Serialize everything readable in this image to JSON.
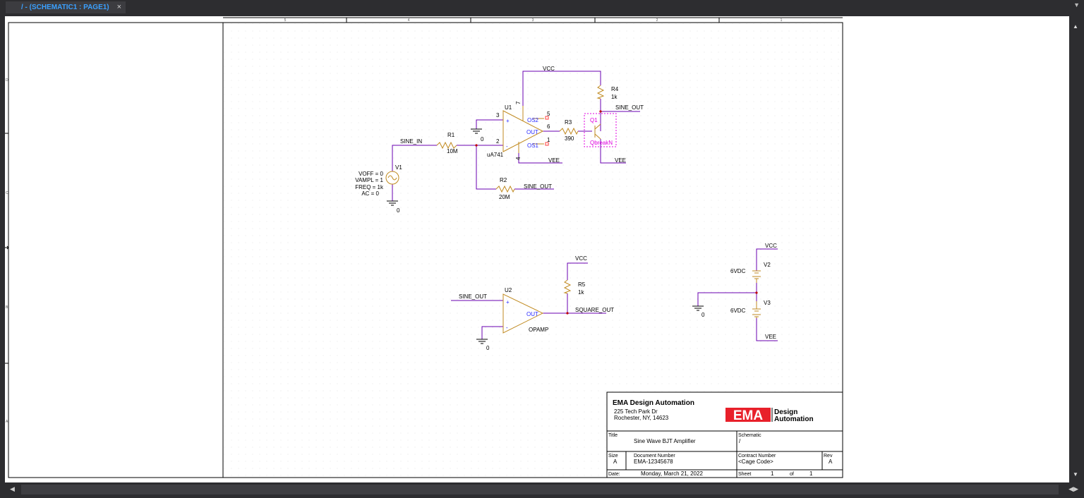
{
  "tab": {
    "title": "/ - (SCHEMATIC1 : PAGE1)",
    "close": "×"
  },
  "colors": {
    "wire": "#6a00b0",
    "part": "#c08a20",
    "pin": "#2a2aff",
    "breakout": "#e000e0",
    "accent": "#3aa0ff",
    "logo_red": "#e8202a"
  },
  "border": {
    "columns": [
      "5",
      "4",
      "3",
      "2",
      "1"
    ],
    "rows": [
      "D",
      "C",
      "B",
      "A"
    ]
  },
  "schematic": {
    "net_vcc_top": "VCC",
    "net_sine_in": "SINE_IN",
    "net_sine_out_q1": "SINE_OUT",
    "net_sine_out_r2": "SINE_OUT",
    "net_vee_u1": "VEE",
    "net_vee_q1": "VEE",
    "net_vcc_r5": "VCC",
    "net_sine_out_u2": "SINE_OUT",
    "net_square_out": "SQUARE_OUT",
    "net_vcc_v2": "VCC",
    "net_vee_v3": "VEE",
    "r1_name": "R1",
    "r1_value": "10M",
    "r2_name": "R2",
    "r2_value": "20M",
    "r3_name": "R3",
    "r3_value": "390",
    "r4_name": "R4",
    "r4_value": "1k",
    "r5_name": "R5",
    "r5_value": "1k",
    "u1_name": "U1",
    "u1_model": "uA741",
    "u1_pin3": "3",
    "u1_pin2": "2",
    "u1_pin7": "7",
    "u1_pin4": "4",
    "u1_pin5": "5",
    "u1_pin6": "6",
    "u1_pin1": "1",
    "u1_plus": "+",
    "u1_minus": "-",
    "u1_os2": "OS2",
    "u1_out": "OUT",
    "u1_os1": "OS1",
    "q1_name": "Q1",
    "q1_model": "QbreakN",
    "v1_name": "V1",
    "v1_params": [
      "VOFF = 0",
      "VAMPL = 1",
      "FREQ = 1k",
      "AC = 0"
    ],
    "gnd_label": "0",
    "u2_name": "U2",
    "u2_model": "OPAMP",
    "u2_out": "OUT",
    "u2_plus": "+",
    "u2_minus": "-",
    "v2_name": "V2",
    "v2_value": "6VDC",
    "v3_name": "V3",
    "v3_value": "6VDC"
  },
  "title_block": {
    "company": "EMA Design Automation",
    "address1": "225 Tech Park Dr",
    "address2": "Rochester, NY, 14623",
    "logo_left": "EMA",
    "logo_right1": "Design",
    "logo_right2": "Automation",
    "title_label": "Title",
    "title_value": "Sine Wave BJT Amplifier",
    "schematic_label": "Schematic",
    "schematic_value": "/",
    "size_label": "Size",
    "size_value": "A",
    "docnum_label": "Document Number",
    "docnum_value": "EMA-12345678",
    "contract_label": "Contract Number",
    "contract_value": "<Cage Code>",
    "rev_label": "Rev",
    "rev_value": "A",
    "date_label": "Date:",
    "date_value": "Monday, March 21, 2022",
    "sheet_label": "Sheet",
    "sheet_value": "1",
    "of_label": "of",
    "of_value": "1"
  }
}
